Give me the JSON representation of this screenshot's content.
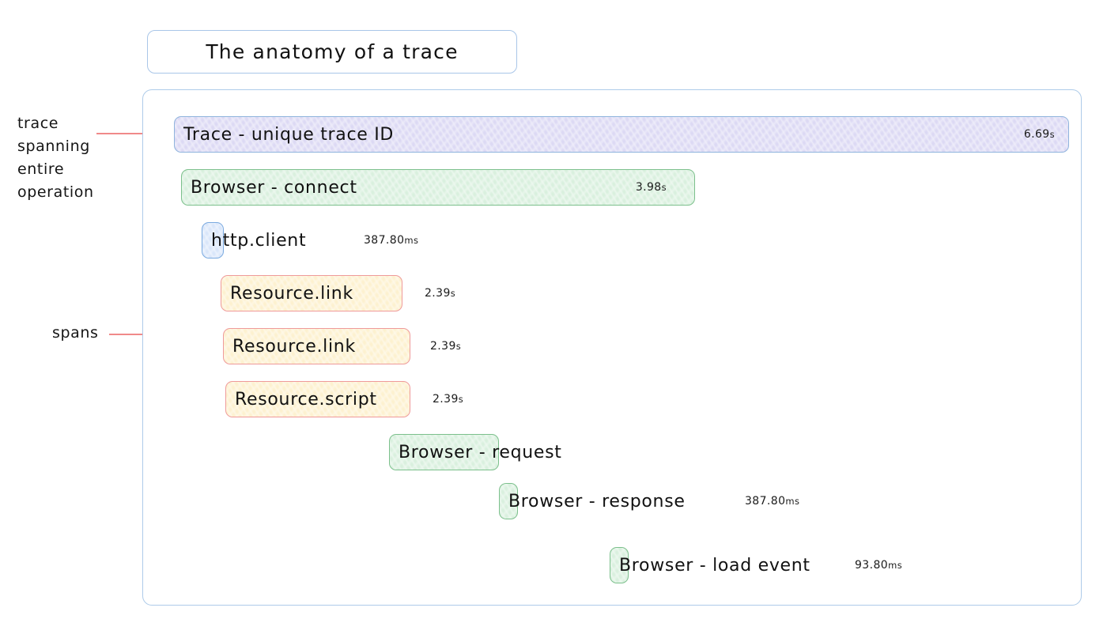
{
  "title": {
    "text": "The anatomy of a trace"
  },
  "annotations": [
    {
      "id": "trace",
      "text": "trace\nspanning\nentire\noperation"
    },
    {
      "id": "spans",
      "text": "spans"
    }
  ],
  "colors": {
    "trace_fill": "#dcd9f4",
    "trace_border": "#8fb4dd",
    "green_fill": "#d9f0de",
    "green_border": "#7cc08c",
    "blue_fill": "#d9e6fa",
    "blue_border": "#7aaae0",
    "orange_fill": "#fdf1cf",
    "orange_border": "#ef9a9a",
    "annotation_line": "#f2918f",
    "panel_border": "#aecbe9"
  },
  "spans": [
    {
      "label": "Trace - unique trace ID",
      "duration": "6.69",
      "unit": "s",
      "theme": "trace",
      "duration_inside": true
    },
    {
      "label": "Browser - connect",
      "duration": "3.98",
      "unit": "s",
      "theme": "green",
      "duration_inside": true
    },
    {
      "label": "http.client",
      "duration": "387.80",
      "unit": "ms",
      "theme": "blue",
      "duration_inside": false
    },
    {
      "label": "Resource.link",
      "duration": "2.39",
      "unit": "s",
      "theme": "orange",
      "duration_inside": false
    },
    {
      "label": "Resource.link",
      "duration": "2.39",
      "unit": "s",
      "theme": "orange",
      "duration_inside": false
    },
    {
      "label": "Resource.script",
      "duration": "2.39",
      "unit": "s",
      "theme": "orange",
      "duration_inside": false
    },
    {
      "label": "Browser - request",
      "duration": "",
      "unit": "",
      "theme": "green",
      "duration_inside": false
    },
    {
      "label": "Browser - response",
      "duration": "387.80",
      "unit": "ms",
      "theme": "green",
      "duration_inside": false
    },
    {
      "label": "Browser - load event",
      "duration": "93.80",
      "unit": "ms",
      "theme": "green",
      "duration_inside": false
    }
  ]
}
